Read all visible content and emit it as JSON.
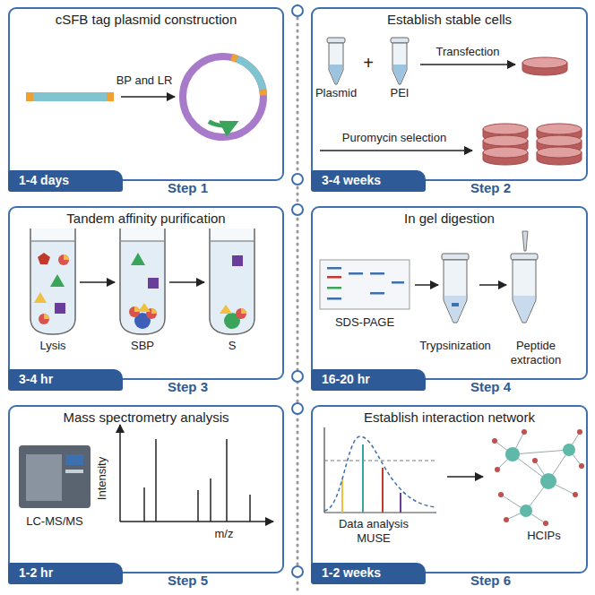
{
  "diagram": {
    "nodes": [
      {
        "text": [
          "cSFB tag plasmid construction",
          "Step 1"
        ]
      },
      {
        "text": [
          "1-4 days"
        ],
        "in": 0
      },
      {
        "text": [
          "Establish stable cells",
          "Step 2"
        ]
      },
      {
        "text": [
          "3-4 weeks"
        ],
        "in": 2
      },
      {
        "text": [
          "Tandem affinity purification",
          "Step 3"
        ]
      },
      {
        "text": [
          "3-4 hr"
        ],
        "in": 4
      },
      {
        "text": [
          "In gel digestion",
          "Step 4"
        ]
      },
      {
        "text": [
          "16-20 hr"
        ],
        "in": 6
      },
      {
        "text": [
          "Mass spectrometry analysis",
          "Step 5"
        ]
      },
      {
        "text": [
          "1-2 hr"
        ],
        "in": 8
      },
      {
        "text": [
          "Establish interaction network",
          "Step 6"
        ]
      },
      {
        "text": [
          "1-2 weeks"
        ],
        "in": 10
      }
    ],
    "labels": [
      "BP and LR",
      "Plasmid",
      "+",
      "PEI",
      "Transfection",
      "Puromycin selection",
      "Lysis",
      "SBP",
      "S",
      "SDS-PAGE",
      "Trypsinization",
      "Peptide extraction",
      "LC-MS/MS",
      "Intensity",
      "m/z",
      "Data analysis MUSE",
      "HCIPs"
    ]
  }
}
